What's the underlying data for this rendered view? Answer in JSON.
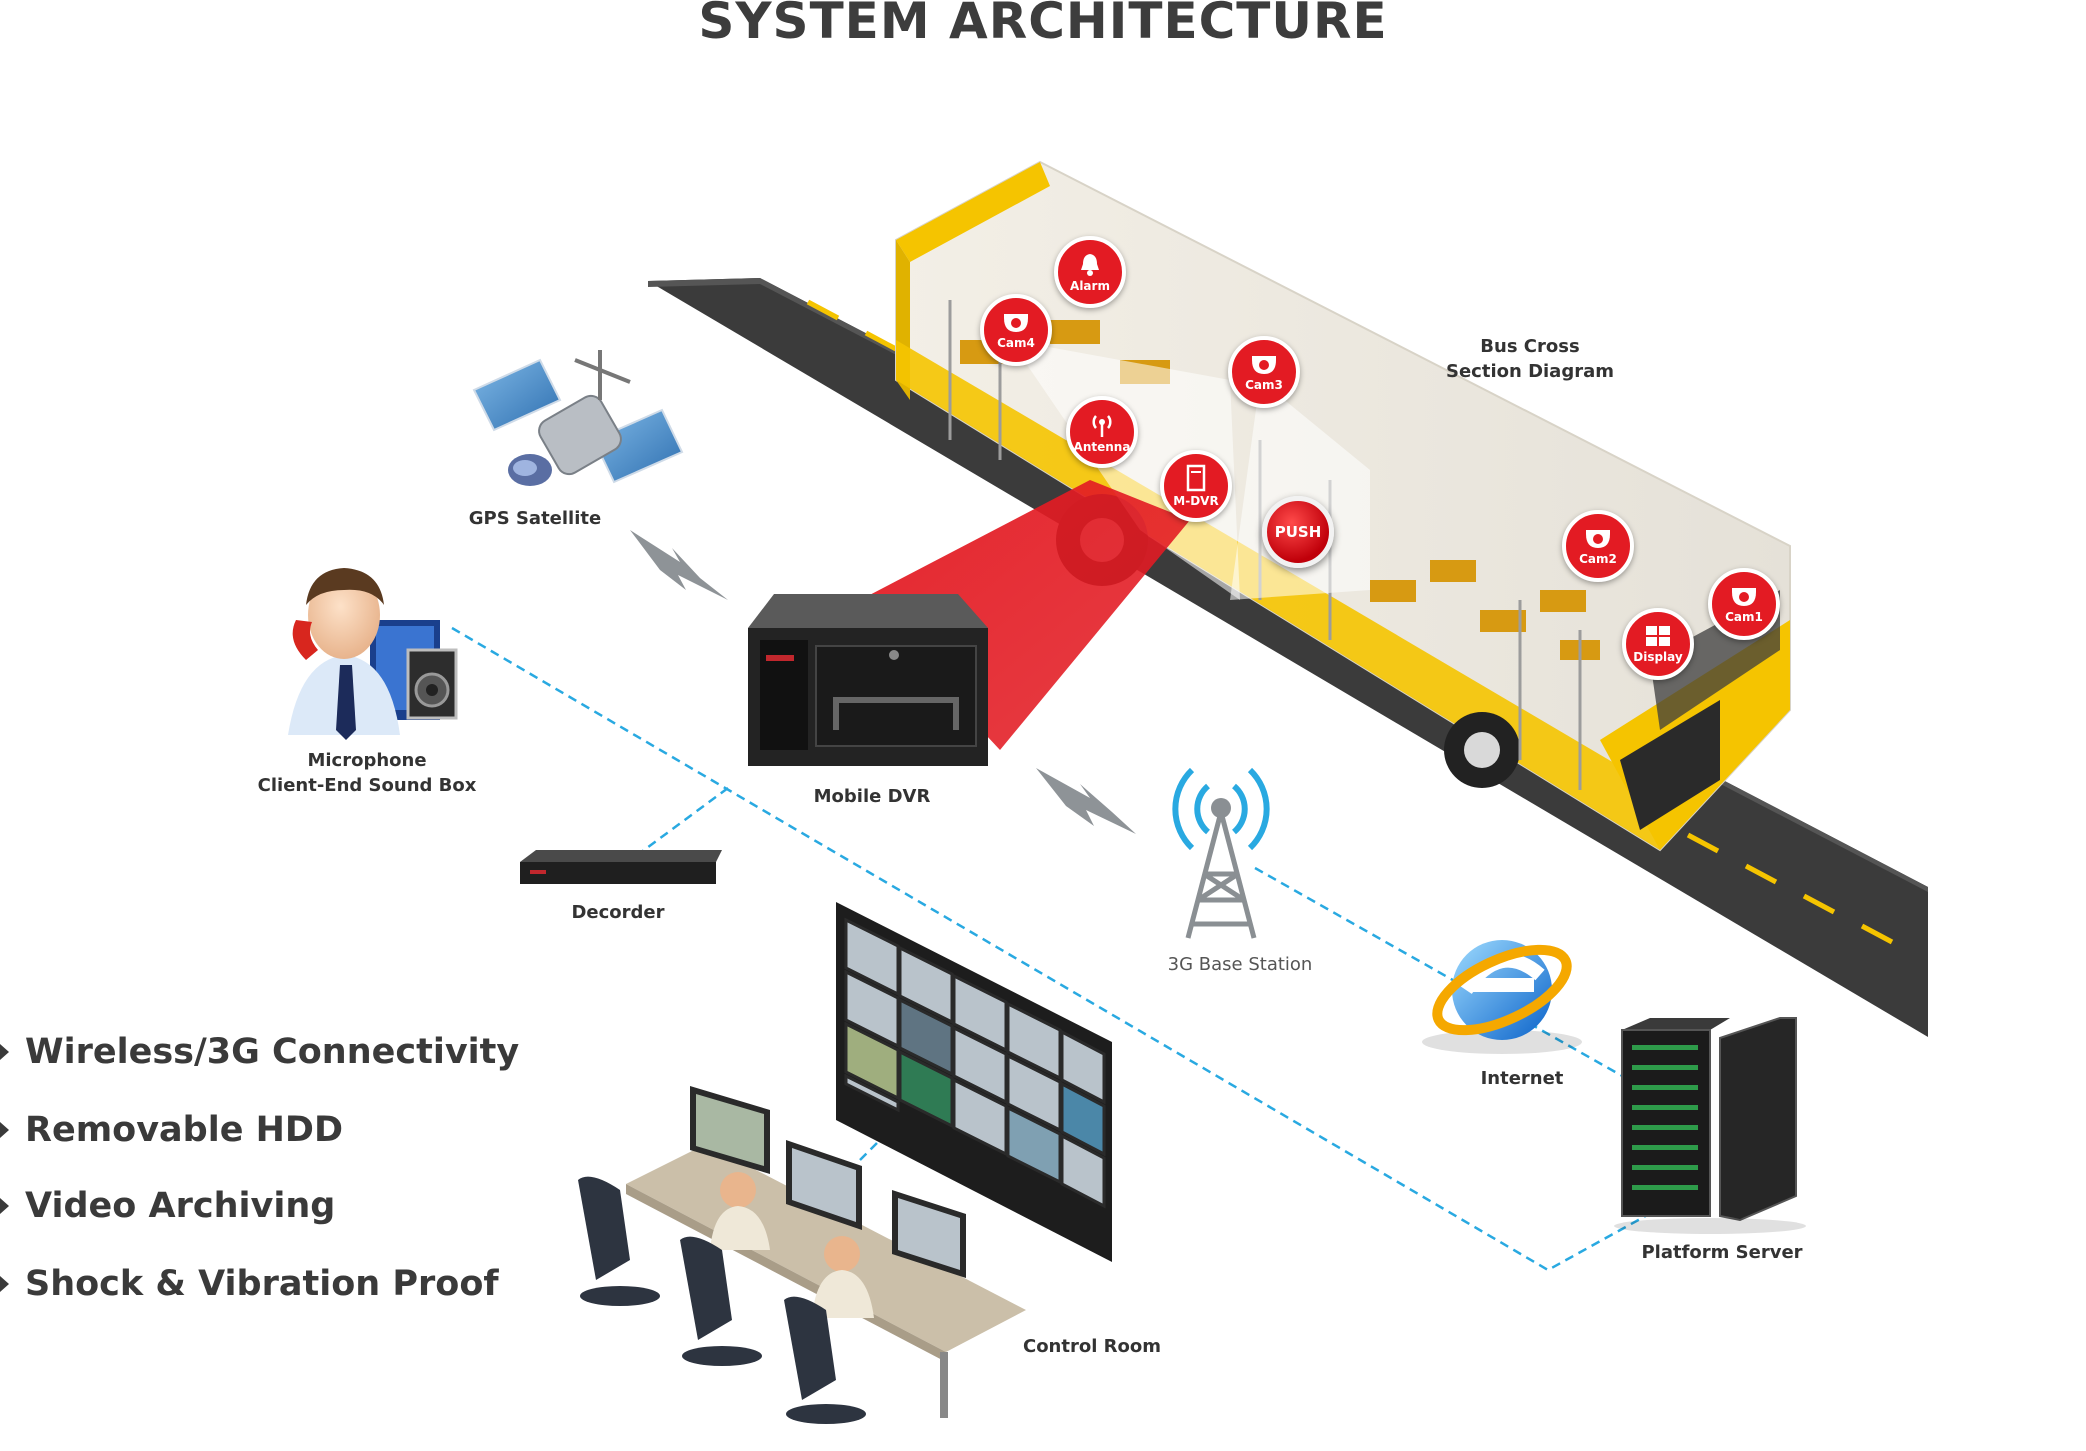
{
  "title": "SYSTEM ARCHITECTURE",
  "labels": {
    "gps": "GPS Satellite",
    "microphone_line1": "Microphone",
    "microphone_line2": "Client-End Sound Box",
    "mobile_dvr": "Mobile DVR",
    "decoder": "Decorder",
    "base_station": "3G Base Station",
    "internet": "Internet",
    "platform_server": "Platform Server",
    "control_room": "Control Room",
    "bus_line1": "Bus Cross",
    "bus_line2": "Section Diagram"
  },
  "badges": {
    "alarm": "Alarm",
    "cam4": "Cam4",
    "cam3": "Cam3",
    "antenna": "Antenna",
    "mdvr": "M-DVR",
    "push": "PUSH",
    "cam2": "Cam2",
    "display": "Display",
    "cam1": "Cam1"
  },
  "features": [
    "Wireless/3G Connectivity",
    "Removable HDD",
    "Video Archiving",
    "Shock & Vibration Proof"
  ],
  "colors": {
    "accent_red": "#e31b23",
    "bus_yellow": "#f5c400",
    "link_blue": "#29a9e1",
    "text_dark": "#3d3d3d"
  }
}
